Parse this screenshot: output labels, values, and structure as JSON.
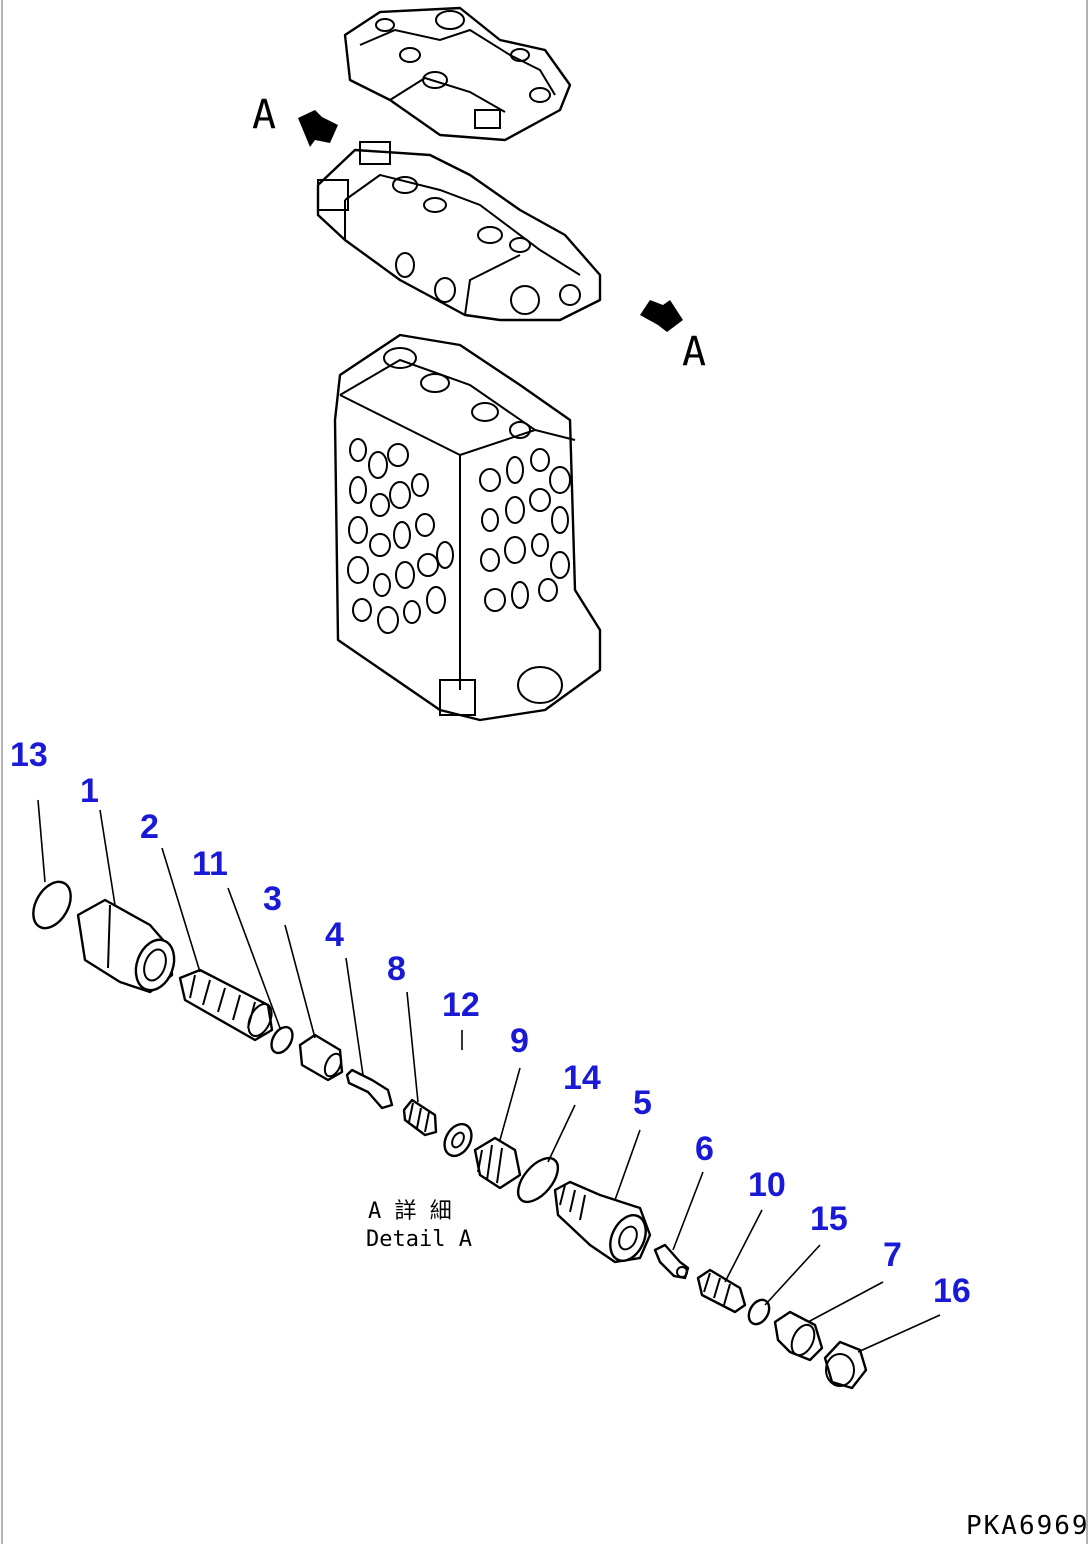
{
  "view_labels": {
    "top": "A",
    "right": "A"
  },
  "detail": {
    "label_jp": "A 詳 細",
    "label_en": "Detail A"
  },
  "drawing_code": "PKA6969",
  "callouts": [
    {
      "id": "13",
      "label": "13"
    },
    {
      "id": "1",
      "label": "1"
    },
    {
      "id": "2",
      "label": "2"
    },
    {
      "id": "11",
      "label": "11"
    },
    {
      "id": "3",
      "label": "3"
    },
    {
      "id": "4",
      "label": "4"
    },
    {
      "id": "8",
      "label": "8"
    },
    {
      "id": "12",
      "label": "12"
    },
    {
      "id": "9",
      "label": "9"
    },
    {
      "id": "14",
      "label": "14"
    },
    {
      "id": "5",
      "label": "5"
    },
    {
      "id": "6",
      "label": "6"
    },
    {
      "id": "10",
      "label": "10"
    },
    {
      "id": "15",
      "label": "15"
    },
    {
      "id": "7",
      "label": "7"
    },
    {
      "id": "16",
      "label": "16"
    }
  ],
  "colors": {
    "callout": "#1a1ad6",
    "line": "#000000"
  }
}
